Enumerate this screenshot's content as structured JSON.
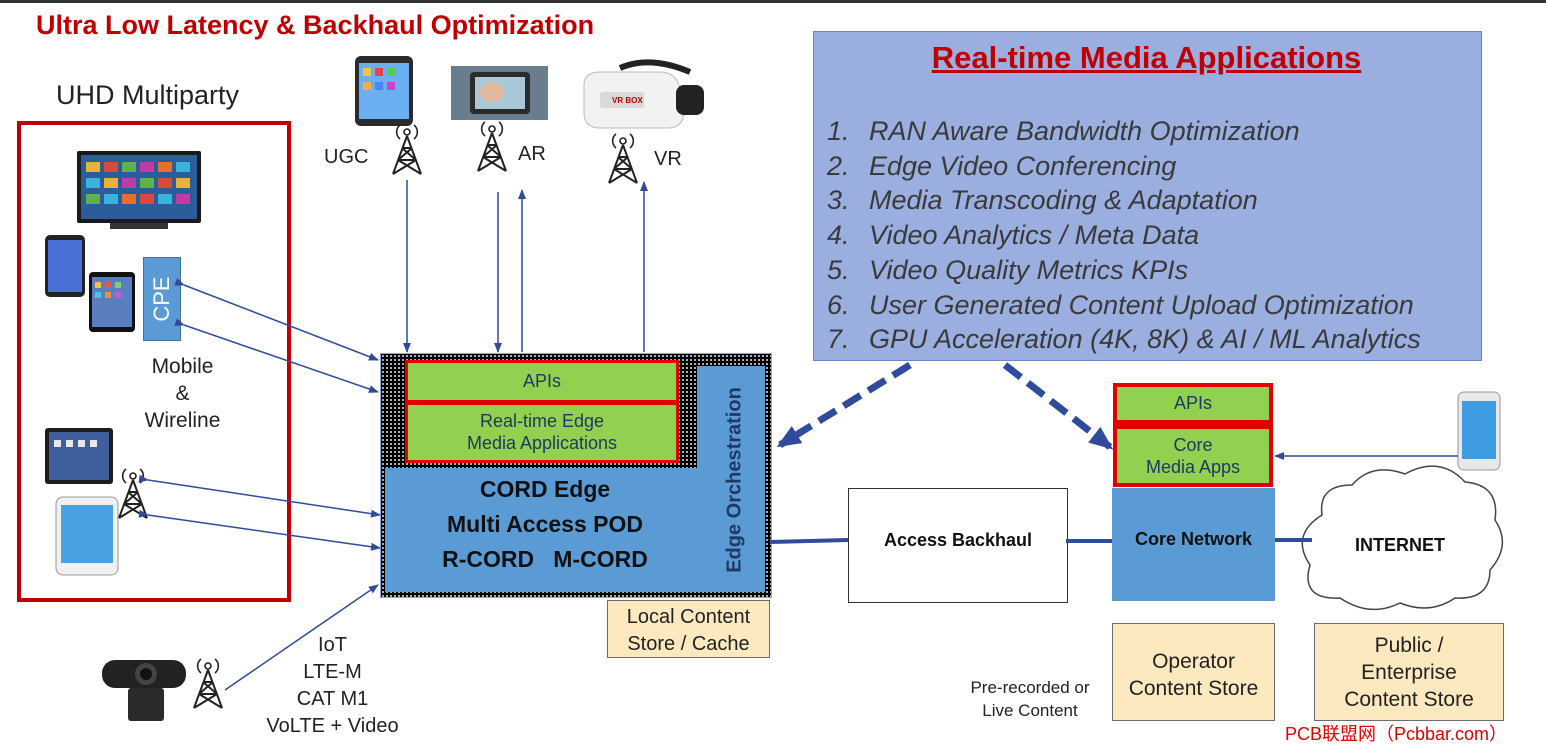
{
  "title": "Ultra Low Latency & Backhaul Optimization",
  "uhd": {
    "label": "UHD Multiparty",
    "cpe_label": "CPE",
    "mobile_label": [
      "Mobile",
      "&",
      "Wireline"
    ]
  },
  "devices": {
    "ugc": "UGC",
    "ar": "AR",
    "vr": "VR",
    "vr_brand": "VR BOX"
  },
  "realtime": {
    "title": "Real-time Media Applications",
    "items": [
      {
        "num": "1.",
        "text": "RAN Aware Bandwidth Optimization"
      },
      {
        "num": "2.",
        "text": "Edge Video Conferencing"
      },
      {
        "num": "3.",
        "text": "Media Transcoding & Adaptation"
      },
      {
        "num": "4.",
        "text": "Video Analytics / Meta Data"
      },
      {
        "num": "5.",
        "text": "Video Quality Metrics KPIs"
      },
      {
        "num": "6.",
        "text": "User Generated Content Upload Optimization"
      },
      {
        "num": "7.",
        "text": "GPU Acceleration (4K, 8K) & AI / ML Analytics"
      }
    ]
  },
  "edge": {
    "apis": "APIs",
    "apps_line1": "Real-time Edge",
    "apps_line2": "Media Applications",
    "cord_line1": "CORD Edge",
    "cord_line2": "Multi Access POD",
    "cord_line3": "R-CORD   M-CORD",
    "orchestration": "Edge Orchestration",
    "local_line1": "Local Content",
    "local_line2": "Store / Cache"
  },
  "network": {
    "access": "Access Backhaul",
    "core_apis": "APIs",
    "core_apps_line1": "Core",
    "core_apps_line2": "Media Apps",
    "core_network": "Core Network",
    "internet": "INTERNET"
  },
  "stores": {
    "operator_line1": "Operator",
    "operator_line2": "Content Store",
    "public_line1": "Public /",
    "public_line2": "Enterprise",
    "public_line3": "Content Store",
    "prerecorded_line1": "Pre-recorded or",
    "prerecorded_line2": "Live Content"
  },
  "iot": [
    "IoT",
    "LTE-M",
    "CAT M1",
    "VoLTE + Video"
  ],
  "watermark": "PCB联盟网（Pcbbar.com）",
  "colors": {
    "title_red": "#c00000",
    "box_red": "#e00000",
    "green": "#92d050",
    "blue": "#5b9bd5",
    "panel": "#9aaee0",
    "store": "#fde9c0",
    "arrow": "#2f4b9c"
  }
}
